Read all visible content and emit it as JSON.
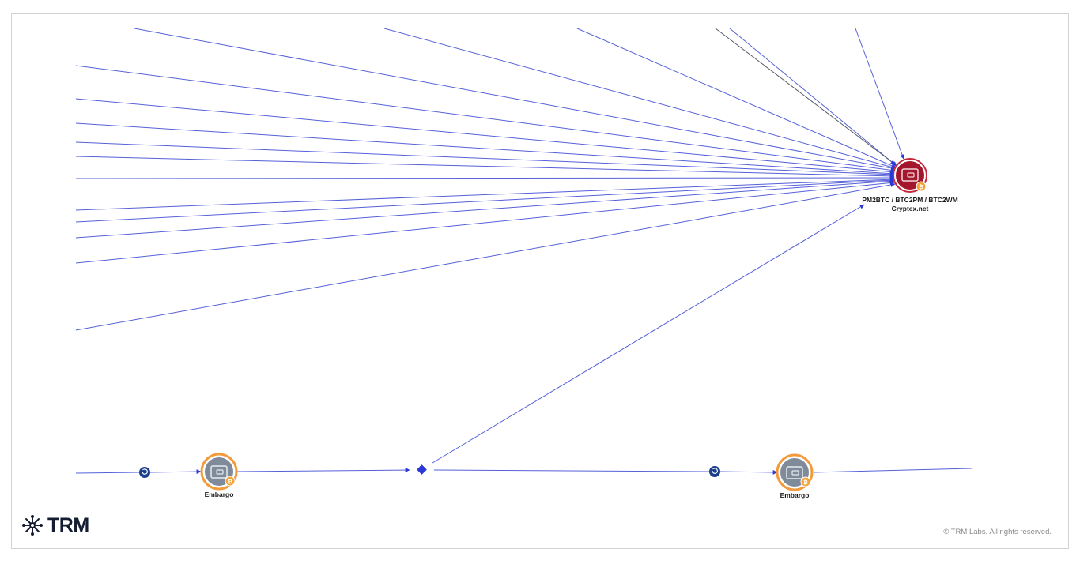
{
  "graph": {
    "hub": {
      "label_line1": "PM2BTC / BTC2PM / BTC2WM",
      "label_line2": "Cryptex.net",
      "icon": "wallet-icon",
      "badge_icon": "bitcoin-badge-icon",
      "fill_color": "#a3162b",
      "ring_color": "#c8283c"
    },
    "embargo_nodes": [
      {
        "label": "Embargo",
        "icon": "wallet-icon",
        "badge_icon": "bitcoin-badge-icon"
      },
      {
        "label": "Embargo",
        "icon": "wallet-icon",
        "badge_icon": "bitcoin-badge-icon"
      }
    ],
    "connector_nodes": [
      {
        "icon": "cycle-icon"
      },
      {
        "icon": "cycle-icon"
      }
    ],
    "junction": {
      "icon": "diamond-icon"
    },
    "colors": {
      "edge": "#5560d8",
      "edge_dark": "#555a66",
      "arrow": "#2b39d6",
      "embargo_ring": "#f29a3c",
      "embargo_fill": "#7f8a9b",
      "connector": "#1e3f8a",
      "badge": "#f2a33a"
    }
  },
  "footer": {
    "brand": "TRM",
    "brand_icon": "trm-asterisk-icon",
    "copyright": "© TRM Labs. All rights reserved."
  }
}
